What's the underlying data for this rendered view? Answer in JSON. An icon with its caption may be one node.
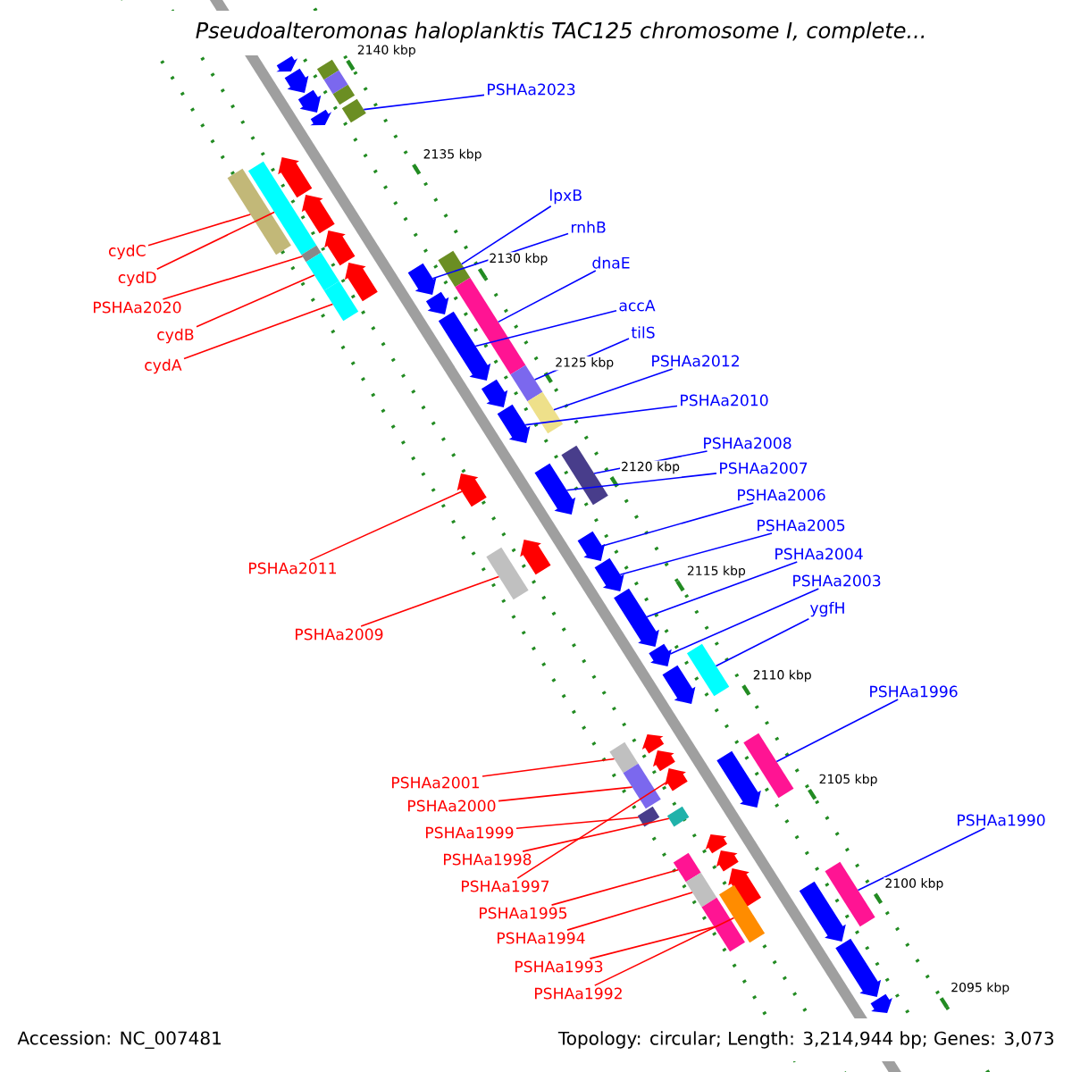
{
  "diagram": {
    "title": "Pseudoalteromonas haloplanktis TAC125 chromosome I, complete...",
    "nodes": [
      {
        "text": [
          "PSHAa2023"
        ]
      },
      {
        "text": [
          "lpxB"
        ]
      },
      {
        "text": [
          "rnhB"
        ]
      },
      {
        "text": [
          "cydC"
        ]
      },
      {
        "text": [
          "dnaE"
        ]
      },
      {
        "text": [
          "cydD"
        ]
      },
      {
        "text": [
          "accA"
        ]
      },
      {
        "text": [
          "PSHAa2020"
        ]
      },
      {
        "text": [
          "tilS"
        ]
      },
      {
        "text": [
          "cydB"
        ]
      },
      {
        "text": [
          "PSHAa2012"
        ]
      },
      {
        "text": [
          "cydA"
        ]
      },
      {
        "text": [
          "PSHAa2010"
        ]
      },
      {
        "text": [
          "PSHAa2008"
        ]
      },
      {
        "text": [
          "PSHAa2007"
        ]
      },
      {
        "text": [
          "PSHAa2006"
        ]
      },
      {
        "text": [
          "PSHAa2005"
        ]
      },
      {
        "text": [
          "PSHAa2004"
        ]
      },
      {
        "text": [
          "PSHAa2011"
        ]
      },
      {
        "text": [
          "PSHAa2003"
        ]
      },
      {
        "text": [
          "ygfH"
        ]
      },
      {
        "text": [
          "PSHAa2009"
        ]
      },
      {
        "text": [
          "PSHAa1996"
        ]
      },
      {
        "text": [
          "PSHAa2001"
        ]
      },
      {
        "text": [
          "PSHAa2000"
        ]
      },
      {
        "text": [
          "PSHAa1990"
        ]
      },
      {
        "text": [
          "PSHAa1999"
        ]
      },
      {
        "text": [
          "PSHAa1998"
        ]
      },
      {
        "text": [
          "PSHAa1997"
        ]
      },
      {
        "text": [
          "PSHAa1995"
        ]
      },
      {
        "text": [
          "PSHAa1994"
        ]
      },
      {
        "text": [
          "PSHAa1993"
        ]
      },
      {
        "text": [
          "PSHAa1992"
        ]
      },
      {
        "text": [],
        "shape": "arrow"
      },
      {
        "text": [],
        "shape": "box"
      },
      {
        "text": [],
        "shape": "arrow"
      },
      {
        "text": [],
        "shape": "box"
      },
      {
        "text": [],
        "shape": "box"
      },
      {
        "text": [],
        "shape": "arrow"
      },
      {
        "text": [],
        "shape": "box"
      },
      {
        "text": [],
        "shape": "arrow"
      },
      {
        "text": [],
        "shape": "arrow"
      },
      {
        "text": [],
        "shape": "box"
      },
      {
        "text": [],
        "shape": "box"
      },
      {
        "text": [],
        "shape": "arrow"
      },
      {
        "text": [],
        "shape": "arrow"
      },
      {
        "text": [],
        "shape": "box"
      },
      {
        "text": [],
        "shape": "box"
      },
      {
        "text": [],
        "shape": "box"
      },
      {
        "text": [],
        "shape": "arrow"
      },
      {
        "text": [],
        "shape": "arrow"
      },
      {
        "text": [],
        "shape": "box"
      },
      {
        "text": [],
        "shape": "box"
      },
      {
        "text": [],
        "shape": "arrow"
      },
      {
        "text": [],
        "shape": "arrow"
      },
      {
        "text": [],
        "shape": "box"
      },
      {
        "text": [],
        "shape": "arrow"
      },
      {
        "text": [],
        "shape": "box"
      },
      {
        "text": [],
        "shape": "arrow"
      },
      {
        "text": [],
        "shape": "box"
      },
      {
        "text": [],
        "shape": "arrow"
      },
      {
        "text": [],
        "shape": "arrow"
      },
      {
        "text": [],
        "shape": "arrow"
      },
      {
        "text": [],
        "shape": "arrow"
      },
      {
        "text": [],
        "shape": "box"
      },
      {
        "text": [],
        "shape": "arrow"
      },
      {
        "text": [],
        "shape": "arrow"
      },
      {
        "text": [],
        "shape": "arrow"
      },
      {
        "text": [],
        "shape": "box"
      },
      {
        "text": [],
        "shape": "arrow"
      },
      {
        "text": [],
        "shape": "arrow"
      },
      {
        "text": [],
        "shape": "box"
      },
      {
        "text": [],
        "shape": "box"
      },
      {
        "text": [],
        "shape": "arrow"
      },
      {
        "text": [],
        "shape": "arrow"
      },
      {
        "text": [],
        "shape": "box"
      },
      {
        "text": [],
        "shape": "arrow"
      },
      {
        "text": [],
        "shape": "box"
      },
      {
        "text": [],
        "shape": "box"
      },
      {
        "text": [],
        "shape": "arrow"
      },
      {
        "text": [],
        "shape": "arrow"
      },
      {
        "text": [],
        "shape": "box"
      },
      {
        "text": [],
        "shape": "box"
      },
      {
        "text": [],
        "shape": "arrow"
      },
      {
        "text": [],
        "shape": "box"
      },
      {
        "text": [],
        "shape": "arrow"
      },
      {
        "text": [],
        "shape": "box"
      },
      {
        "text": [],
        "shape": "box"
      },
      {
        "text": [],
        "shape": "arrow"
      },
      {
        "text": [],
        "shape": "arrow"
      }
    ],
    "edges": [
      {
        "from": 0,
        "to": 39,
        "arrow": "none"
      },
      {
        "from": 1,
        "to": 47,
        "arrow": "none"
      },
      {
        "from": 2,
        "to": 50,
        "arrow": "none"
      },
      {
        "from": 3,
        "to": 43,
        "arrow": "none",
        "color": "#ff0000"
      },
      {
        "from": 4,
        "to": 51,
        "arrow": "none"
      },
      {
        "from": 5,
        "to": 42,
        "arrow": "none",
        "color": "#ff0000"
      },
      {
        "from": 6,
        "to": 54,
        "arrow": "none"
      },
      {
        "from": 7,
        "to": 46,
        "arrow": "none",
        "color": "#ff0000"
      },
      {
        "from": 8,
        "to": 55,
        "arrow": "none"
      },
      {
        "from": 9,
        "to": 48,
        "arrow": "none",
        "color": "#ff0000"
      },
      {
        "from": 10,
        "to": 57,
        "arrow": "none"
      },
      {
        "from": 11,
        "to": 52,
        "arrow": "none",
        "color": "#ff0000"
      },
      {
        "from": 12,
        "to": 58,
        "arrow": "none"
      },
      {
        "from": 13,
        "to": 59,
        "arrow": "none"
      },
      {
        "from": 14,
        "to": 60,
        "arrow": "none"
      },
      {
        "from": 15,
        "to": 62,
        "arrow": "none"
      },
      {
        "from": 16,
        "to": 65,
        "arrow": "none"
      },
      {
        "from": 17,
        "to": 66,
        "arrow": "none"
      },
      {
        "from": 18,
        "to": 61,
        "arrow": "none",
        "color": "#ff0000"
      },
      {
        "from": 19,
        "to": 67,
        "arrow": "none"
      },
      {
        "from": 20,
        "to": 68,
        "arrow": "none"
      },
      {
        "from": 21,
        "to": 64,
        "arrow": "none",
        "color": "#ff0000"
      },
      {
        "from": 22,
        "to": 71,
        "arrow": "none"
      },
      {
        "from": 23,
        "to": 72,
        "arrow": "none",
        "color": "#ff0000"
      },
      {
        "from": 24,
        "to": 75,
        "arrow": "none",
        "color": "#ff0000"
      },
      {
        "from": 25,
        "to": 82,
        "arrow": "none"
      },
      {
        "from": 26,
        "to": 77,
        "arrow": "none",
        "color": "#ff0000"
      },
      {
        "from": 27,
        "to": 78,
        "arrow": "none",
        "color": "#ff0000"
      },
      {
        "from": 28,
        "to": 76,
        "arrow": "none",
        "color": "#ff0000"
      },
      {
        "from": 29,
        "to": 81,
        "arrow": "none",
        "color": "#ff0000"
      },
      {
        "from": 30,
        "to": 84,
        "arrow": "none",
        "color": "#ff0000"
      },
      {
        "from": 31,
        "to": 87,
        "arrow": "none",
        "color": "#ff0000"
      },
      {
        "from": 32,
        "to": 86,
        "arrow": "none",
        "color": "#ff0000"
      }
    ],
    "labels": [
      "2140 kbp",
      "2135 kbp",
      "2130 kbp",
      "2125 kbp",
      "2120 kbp",
      "2115 kbp",
      "2110 kbp",
      "2105 kbp",
      "2100 kbp",
      "2095 kbp",
      "Accession: NC_007481",
      "Topology: circular; Length: 3,214,944 bp; Genes: 3,073"
    ]
  }
}
